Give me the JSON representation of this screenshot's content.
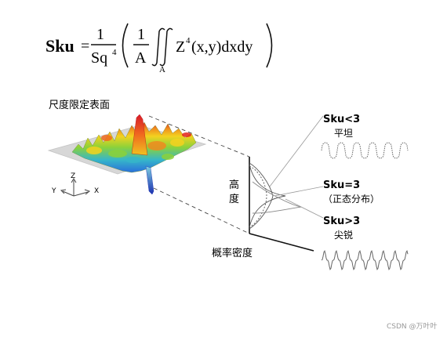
{
  "formula": {
    "lhs": "Sku",
    "equals": "=",
    "frac1_num": "1",
    "frac1_den_base": "Sq",
    "frac1_den_exp": "4",
    "frac2_num": "1",
    "frac2_den": "A",
    "integral_sub": "A",
    "integrand_base": "Z",
    "integrand_exp": "4",
    "integrand_rest": "(x,y)dxdy"
  },
  "labels": {
    "surface_title": "尺度限定表面",
    "axis_z": "Z",
    "axis_y": "Y",
    "axis_x": "X",
    "height_char1": "高",
    "height_char2": "度",
    "density": "概率密度",
    "watermark": "CSDN @万叶叶"
  },
  "cases": [
    {
      "title": "Sku<3",
      "desc": "平坦"
    },
    {
      "title": "Sku=3",
      "desc": "（正态分布）"
    },
    {
      "title": "Sku>3",
      "desc": "尖锐"
    }
  ],
  "colors": {
    "plane": "#d7d7d7",
    "surface_low": "#2a6fdb",
    "surface_mid": "#8bd23a",
    "surface_high": "#f08a1f",
    "surface_peak": "#e2231a",
    "curve": "#555555",
    "text": "#111111"
  }
}
